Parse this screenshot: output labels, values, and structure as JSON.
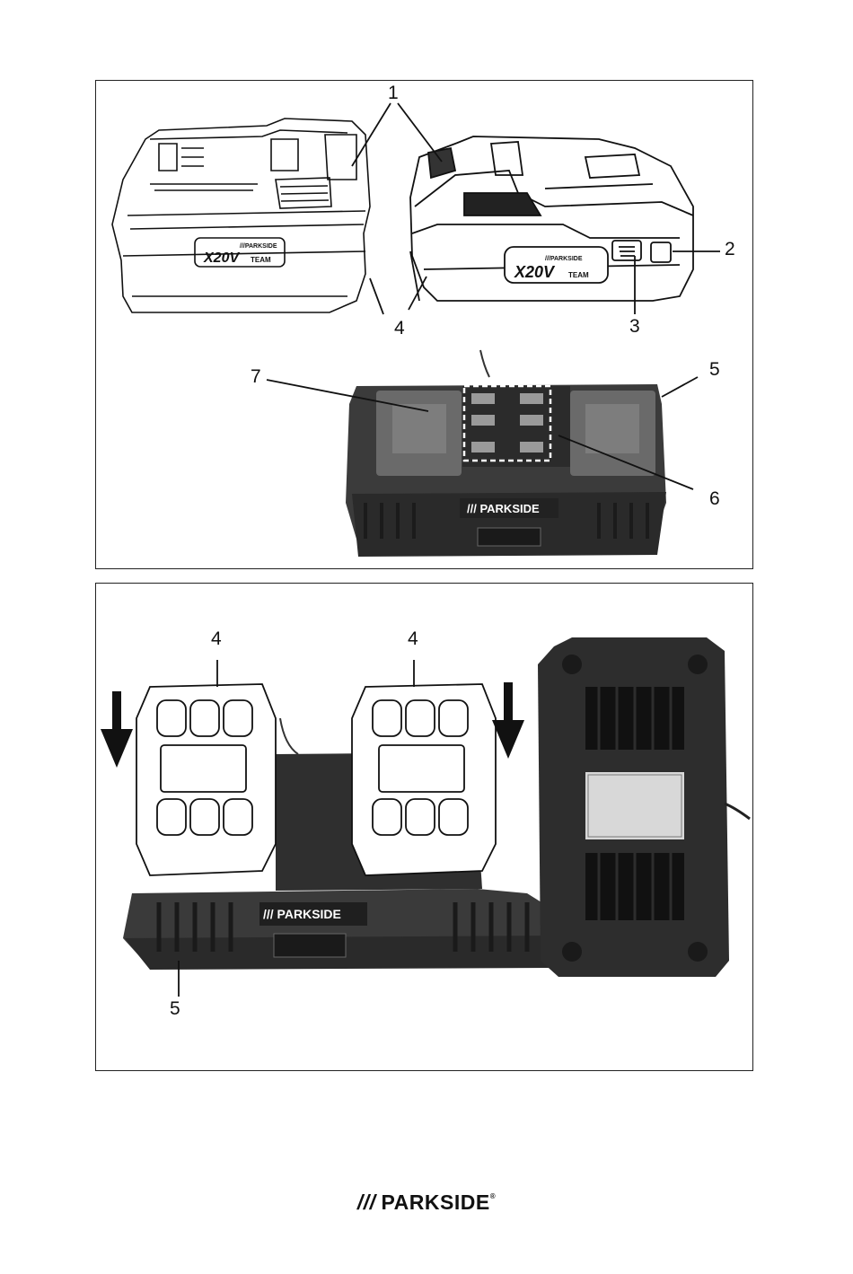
{
  "panel_top": {
    "callouts": [
      "1",
      "2",
      "3",
      "4",
      "5",
      "6",
      "7"
    ],
    "battery_front_logo": {
      "brand": "///PARKSIDE",
      "mark": "X20V",
      "team": "TEAM"
    },
    "battery_side_logo": {
      "brand": "///PARKSIDE",
      "mark": "X20V",
      "team": "TEAM"
    },
    "charger_brand": "/// PARKSIDE"
  },
  "panel_bottom": {
    "callout_battery_left": "4",
    "callout_battery_right": "4",
    "callout_charger": "5",
    "charger_brand": "/// PARKSIDE"
  },
  "footer": {
    "slashes": "///",
    "brand": "PARKSIDE",
    "reg": "®"
  },
  "colors": {
    "charger_body": "#3a3a3a",
    "charger_dark": "#1e1e1e",
    "line": "#111111"
  }
}
